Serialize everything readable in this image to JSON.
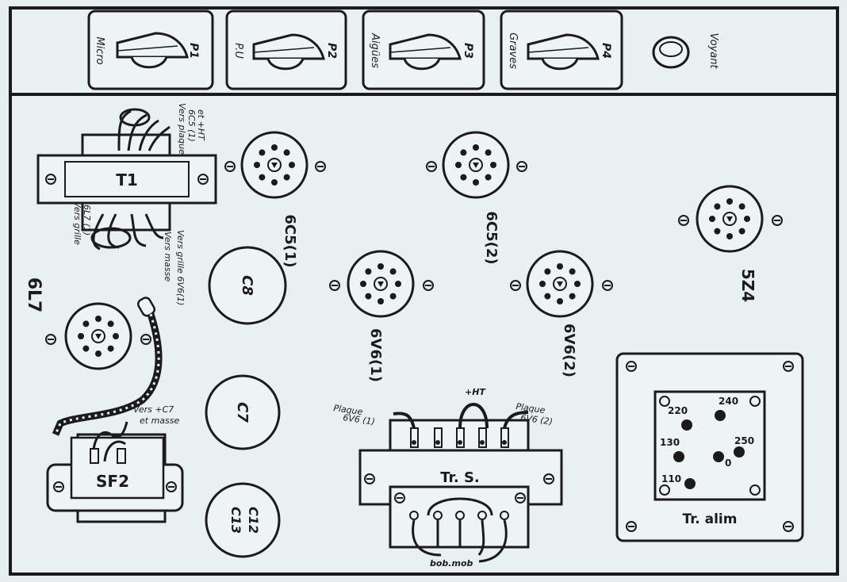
{
  "colors": {
    "paper": "#e7eef0",
    "ink": "#1b1b1b",
    "panel": "#eef3f4"
  },
  "front_panel": {
    "controls": [
      {
        "id": "p1",
        "label": "P1",
        "function": "Micro"
      },
      {
        "id": "p2",
        "label": "P2",
        "function": "P.U"
      },
      {
        "id": "p3",
        "label": "P3",
        "function": "Aigües"
      },
      {
        "id": "p4",
        "label": "P4",
        "function": "Graves"
      }
    ],
    "voyant": "Voyant"
  },
  "tubes": {
    "6c5_1": "6C5(1)",
    "6c5_2": "6C5(2)",
    "5z4": "5Z4",
    "6l7": "6L7",
    "6v6_1": "6V6(1)",
    "6v6_2": "6V6(2)"
  },
  "capacitors": {
    "c8": "C8",
    "c7": "C7",
    "c12": "C12",
    "c13": "C13"
  },
  "transformers": {
    "t1": "T1",
    "sf2": "SF2",
    "trs": "Tr. S.",
    "tralim": "Tr. alim",
    "taps": [
      "220",
      "240",
      "130",
      "250",
      "0",
      "110"
    ]
  },
  "wire_notes": {
    "t1_top": [
      "Vers plaque",
      "6C5 (1)",
      "et +HT"
    ],
    "t1_bottom": [
      "Vers grille",
      "6L7 (1)"
    ],
    "t1_bottom_b": [
      "Vers grille 6V6(1)",
      "Vers masse"
    ],
    "sf2": [
      "Vers +C7",
      "et masse"
    ],
    "trs_left": [
      "Plaque",
      "6V6 (1)"
    ],
    "trs_right": [
      "Plaque",
      "6V6 (2)"
    ],
    "trs_hv": "+HT",
    "bob_mob": "bob.mob"
  }
}
